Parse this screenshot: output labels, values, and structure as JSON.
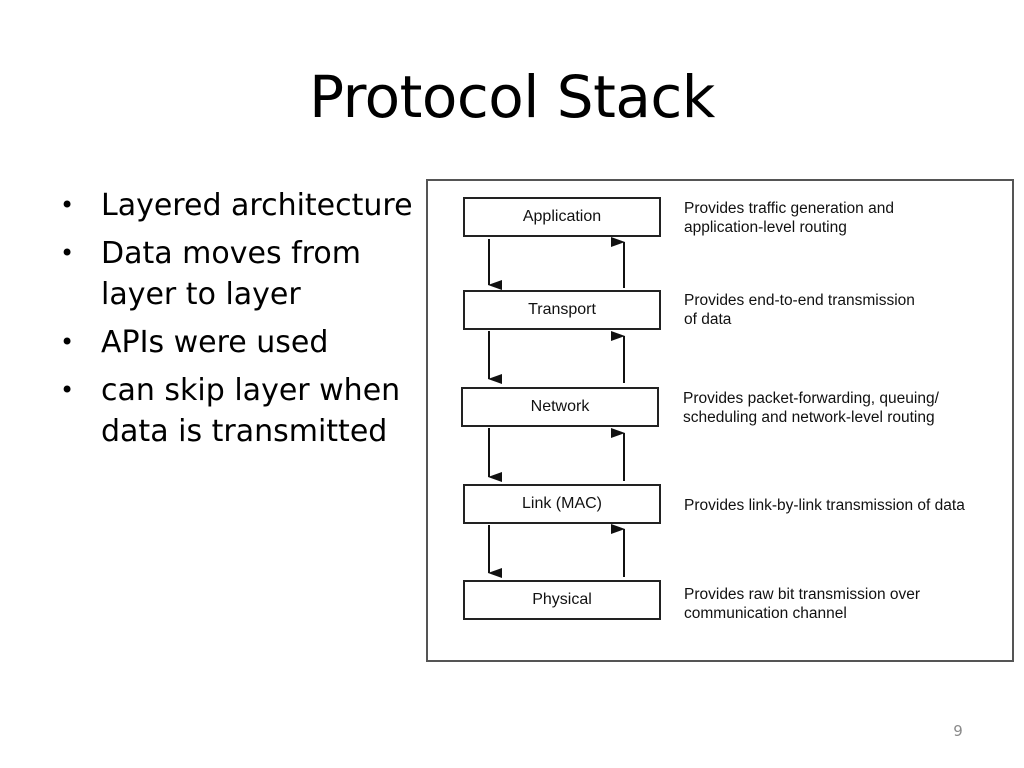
{
  "slide": {
    "title": "Protocol Stack",
    "bullets": [
      "Layered architecture",
      "Data moves from layer to layer",
      "APIs were used",
      "can skip layer when data is transmitted"
    ],
    "bullet_symbol": "•",
    "page_number": "9"
  },
  "figure": {
    "layers": [
      {
        "name": "Application",
        "description_lines": [
          "Provides traffic generation and",
          "application-level routing"
        ]
      },
      {
        "name": "Transport",
        "description_lines": [
          "Provides end-to-end transmission",
          "of data"
        ]
      },
      {
        "name": "Network",
        "description_lines": [
          "Provides packet-forwarding, queuing/",
          "scheduling and network-level routing"
        ]
      },
      {
        "name": "Link (MAC)",
        "description_lines": [
          "Provides link-by-link transmission of data"
        ]
      },
      {
        "name": "Physical",
        "description_lines": [
          "Provides raw bit transmission over",
          "communication channel"
        ]
      }
    ]
  }
}
